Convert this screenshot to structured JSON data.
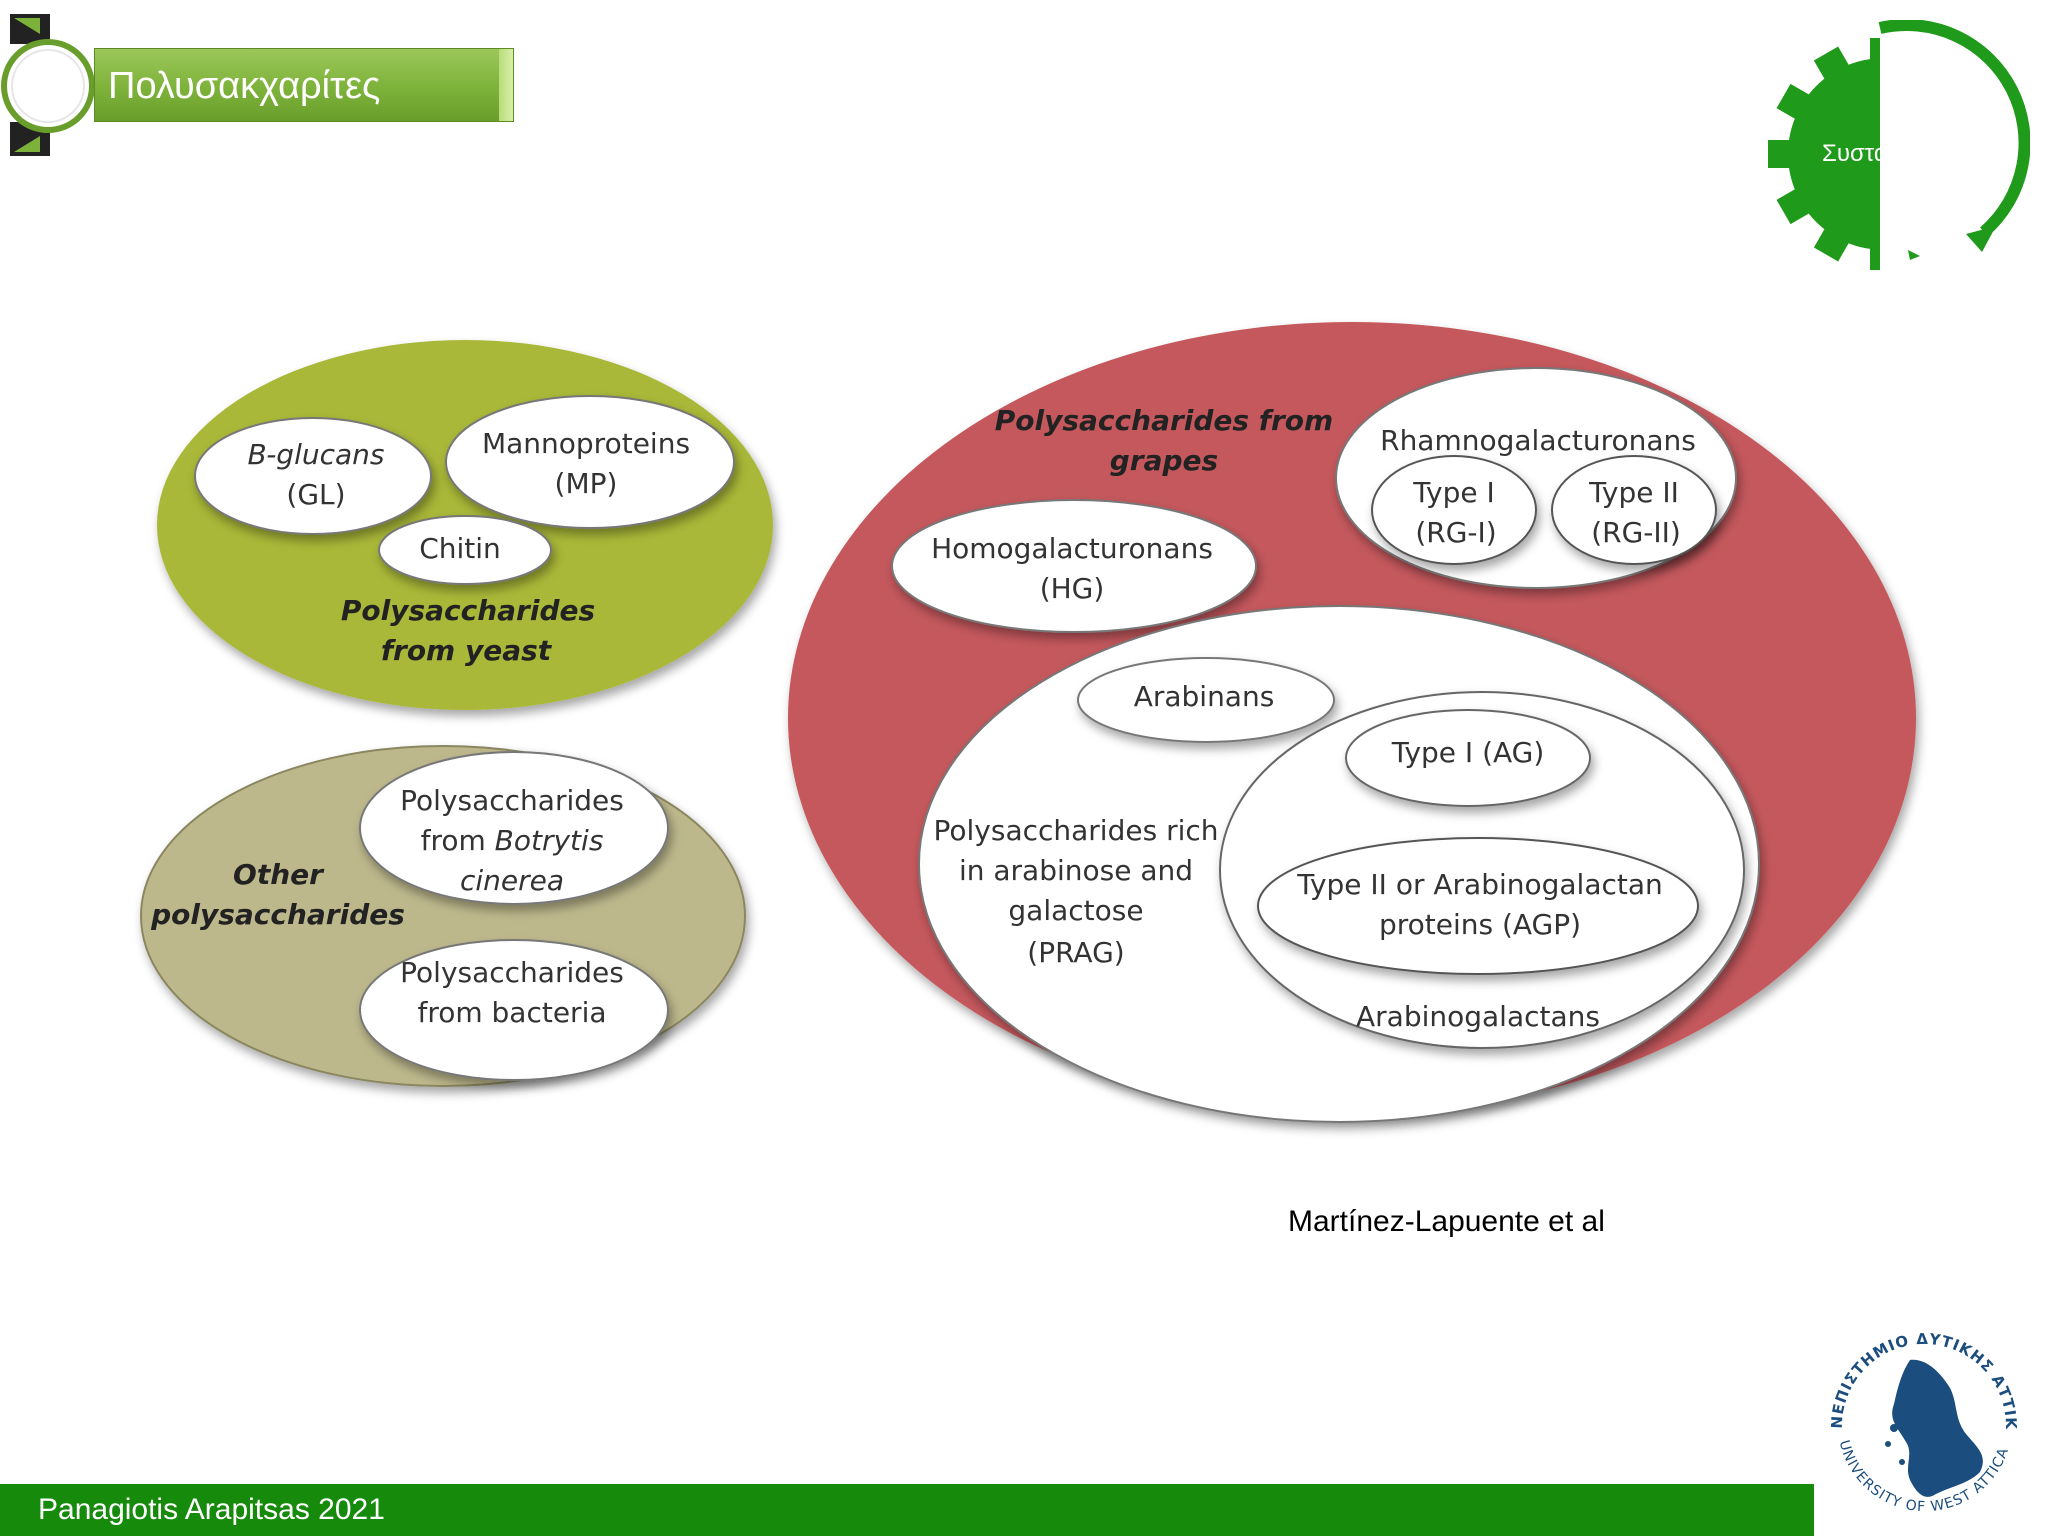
{
  "slide": {
    "title": "Πολυσακχαρίτες",
    "gear_label": "Συστα",
    "footer": "Panagiotis Arapitsas 2021",
    "citation": "Martínez-Lapuente et al",
    "logo": {
      "arc_top": "ΠΑΝΕΠΙΣΤΗΜΙΟ ΔΥΤΙΚΗΣ ΑΤΤΙΚΗΣ",
      "arc_bottom": "UNIVERSITY OF WEST ATTICA"
    }
  },
  "colors": {
    "yeast_group": "#a9b838",
    "other_group": "#bdb88c",
    "grapes_group": "#c4585d",
    "title_green": "#7db23a",
    "footer_green": "#168a0a",
    "logo_blue": "#1b4d7e"
  },
  "diagram": {
    "yeast": {
      "label_line1": "Polysaccharides",
      "label_line2": "from yeast",
      "bglucans_line1": "B-glucans",
      "bglucans_line2": "(GL)",
      "mannoproteins_line1": "Mannoproteins",
      "mannoproteins_line2": "(MP)",
      "chitin": "Chitin"
    },
    "other": {
      "label_line1": "Other",
      "label_line2": "polysaccharides",
      "botrytis_line1": "Polysaccharides",
      "botrytis_line2a": "from ",
      "botrytis_line2b": "Botrytis",
      "botrytis_line3": "cinerea",
      "bacteria_line1": "Polysaccharides",
      "bacteria_line2": "from bacteria"
    },
    "grapes": {
      "label_line1": "Polysaccharides from",
      "label_line2": "grapes",
      "hg_line1": "Homogalacturonans",
      "hg_line2": "(HG)",
      "rg_title": "Rhamnogalacturonans",
      "rg1_line1": "Type I",
      "rg1_line2": "(RG-I)",
      "rg2_line1": "Type II",
      "rg2_line2": "(RG-II)",
      "arabinans": "Arabinans",
      "prag_line1": "Polysaccharides rich",
      "prag_line2": "in arabinose and",
      "prag_line3": "galactose",
      "prag_line4": "(PRAG)",
      "ag1": "Type I (AG)",
      "agp_line1": "Type II or Arabinogalactan",
      "agp_line2": "proteins (AGP)",
      "arabinogalactans": "Arabinogalactans"
    }
  }
}
